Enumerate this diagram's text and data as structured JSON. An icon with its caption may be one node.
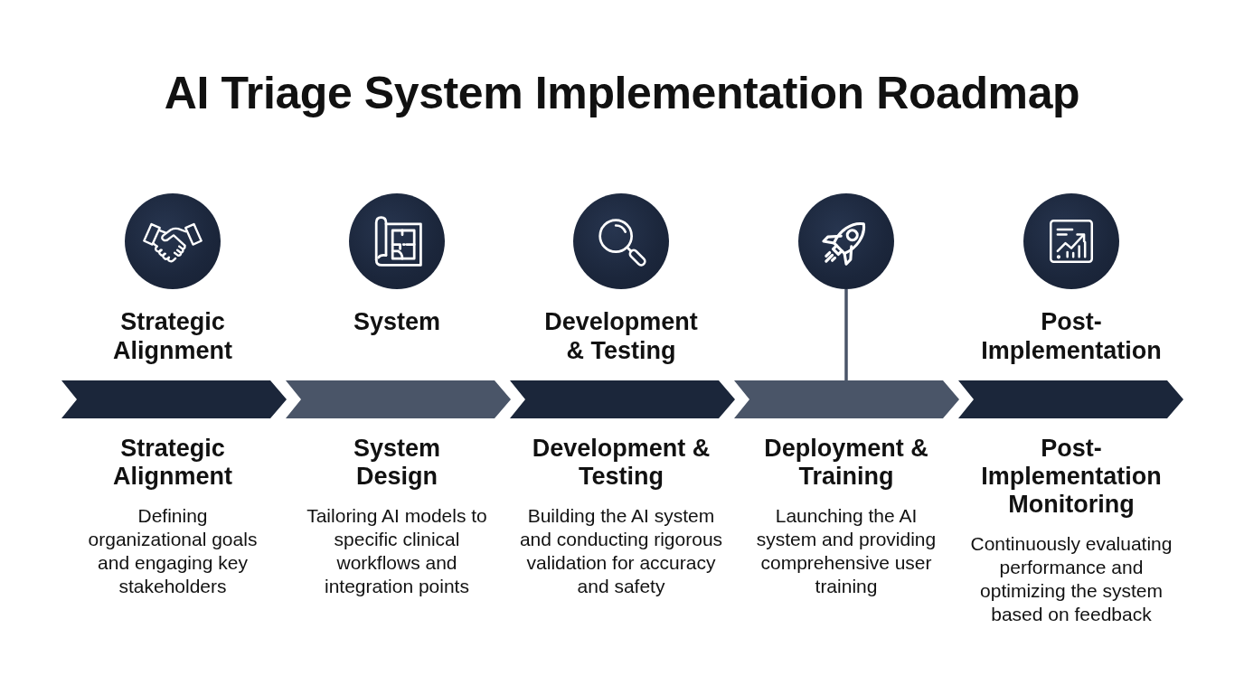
{
  "diagram": {
    "title": "AI Triage System Implementation Roadmap",
    "nodes": [
      {
        "text": [],
        "shape": "circle",
        "beside": [
          "Strategic Alignment"
        ]
      },
      {
        "text": [],
        "shape": "circle",
        "beside": [
          "System"
        ]
      },
      {
        "text": [],
        "shape": "circle",
        "beside": [
          "Development & Testing"
        ]
      },
      {
        "text": [],
        "shape": "circle"
      },
      {
        "text": [],
        "shape": "circle",
        "beside": [
          "Post- Implementation"
        ]
      },
      {
        "text": [],
        "shape": "chevron",
        "beside": [
          "Strategic Alignment",
          "Defining organizational goals and engaging key stakeholders"
        ]
      },
      {
        "text": [],
        "shape": "chevron",
        "beside": [
          "System Design",
          "Tailoring AI models to specific clinical workflows and integration points"
        ]
      },
      {
        "text": [],
        "shape": "chevron",
        "beside": [
          "Development & Testing",
          "Building the AI system and conducting rigorous validation for accuracy and safety"
        ]
      },
      {
        "text": [],
        "shape": "chevron",
        "beside": [
          "Deployment & Training",
          "Launching the AI system and providing comprehensive user training"
        ]
      },
      {
        "text": [],
        "shape": "chevron",
        "beside": [
          "Post- Implementation Monitoring",
          "Continuously evaluating performance and optimizing the system based on feedback"
        ]
      }
    ],
    "edges": [
      {
        "from": 3,
        "to": 8,
        "arrow": "none"
      }
    ]
  }
}
